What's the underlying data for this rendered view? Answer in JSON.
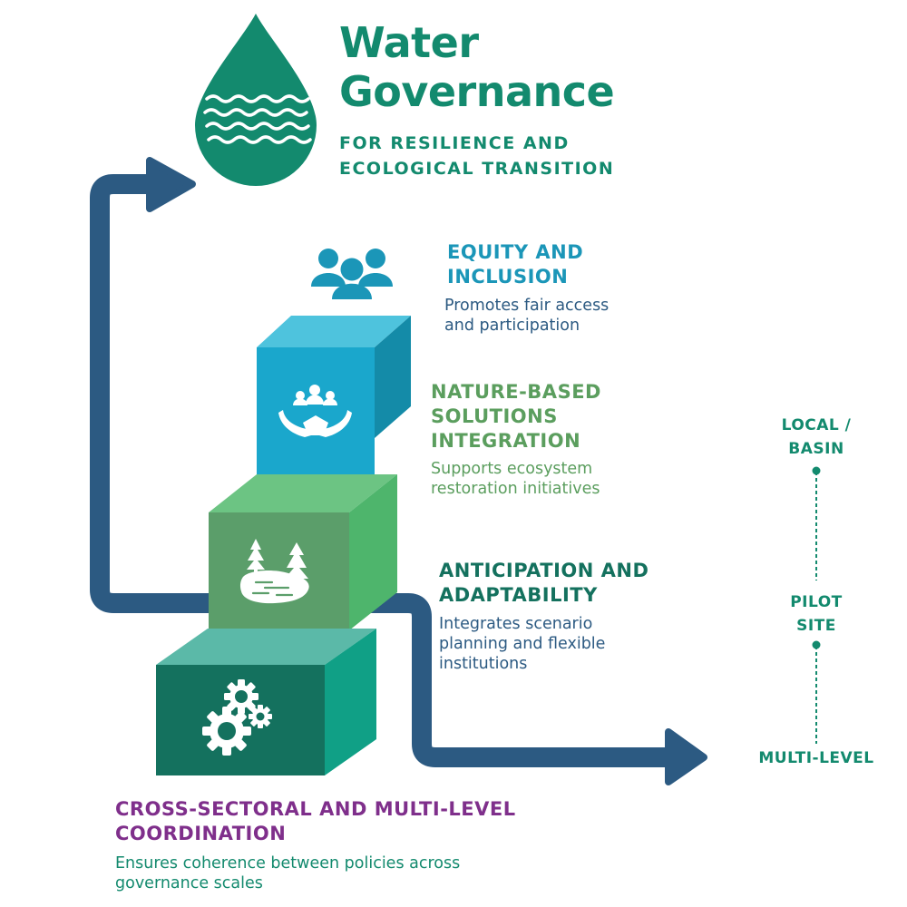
{
  "header": {
    "title": "Water Governance",
    "subtitle_line1": "FOR RESILIENCE AND",
    "subtitle_line2": "ECOLOGICAL TRANSITION"
  },
  "colors": {
    "brand_green": "#138a6e",
    "arrow_blue": "#2c5a82",
    "equity_blue": "#1b96b8",
    "nature_green": "#5b9e5e",
    "anticipation_dark": "#14715e",
    "coordination_purple": "#7f2f8b"
  },
  "principles": {
    "equity": {
      "title_line1": "EQUITY AND",
      "title_line2": "INCLUSION",
      "desc_line1": "Promotes fair access",
      "desc_line2": "and participation",
      "icon": "people-group-icon"
    },
    "nature": {
      "title_line1": "NATURE-BASED",
      "title_line2": "SOLUTIONS",
      "title_line3": "INTEGRATION",
      "desc_line1": "Supports ecosystem",
      "desc_line2": "restoration initiatives",
      "icon": "hands-community-icon"
    },
    "anticipation": {
      "title_line1": "ANTICIPATION AND",
      "title_line2": "ADAPTABILITY",
      "desc_line1": "Integrates scenario",
      "desc_line2": "planning and flexible",
      "desc_line3": "institutions",
      "icon": "lake-trees-icon"
    },
    "coordination": {
      "title_line1": "CROSS-SECTORAL AND MULTI-LEVEL",
      "title_line2": "COORDINATION",
      "desc_line1": "Ensures coherence between policies across",
      "desc_line2": "governance scales",
      "icon": "gears-icon"
    }
  },
  "scale": {
    "level1_line1": "LOCAL /",
    "level1_line2": "BASIN",
    "level2_line1": "PILOT",
    "level2_line2": "SITE",
    "level3": "MULTI-LEVEL"
  }
}
